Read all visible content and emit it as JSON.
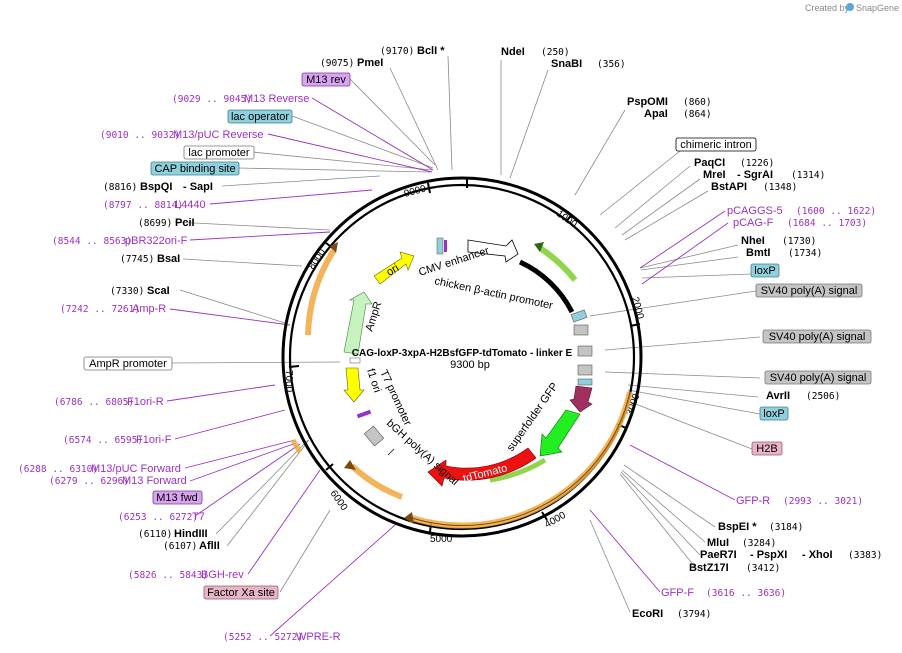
{
  "credit": {
    "prefix": "Created by",
    "brand": "SnapGene"
  },
  "plasmid": {
    "name": "CAG-loxP-3xpA-H2BsfGFP-tdTomato - linker E",
    "size": "9300 bp"
  },
  "ruler_ticks": [
    "1000",
    "2000",
    "3000",
    "4000",
    "5000",
    "6000",
    "7000",
    "8000",
    "9000"
  ],
  "sites": [
    {
      "name": "BclI *",
      "pos": "(9170)"
    },
    {
      "name": "PmeI",
      "pos": "(9075)"
    },
    {
      "name": "NdeI",
      "pos": "(250)"
    },
    {
      "name": "SnaBI",
      "pos": "(356)"
    },
    {
      "name": "PspOMI",
      "pos": "(860)"
    },
    {
      "name": "ApaI",
      "pos": "(864)"
    },
    {
      "name": "PaqCI",
      "pos": "(1226)"
    },
    {
      "name": "MreI",
      "pos": ""
    },
    {
      "name": "- SgrAI",
      "pos": "(1314)"
    },
    {
      "name": "BstAPI",
      "pos": "(1348)"
    },
    {
      "name": "NheI",
      "pos": "(1730)"
    },
    {
      "name": "BmtI",
      "pos": "(1734)"
    },
    {
      "name": "AvrII",
      "pos": "(2506)"
    },
    {
      "name": "BspEI *",
      "pos": "(3184)"
    },
    {
      "name": "MluI",
      "pos": "(3284)"
    },
    {
      "name": "PaeR7I",
      "pos": ""
    },
    {
      "name": "- PspXI",
      "pos": ""
    },
    {
      "name": "- XhoI",
      "pos": "(3383)"
    },
    {
      "name": "BstZ17I",
      "pos": "(3412)"
    },
    {
      "name": "EcoRI",
      "pos": "(3794)"
    },
    {
      "name": "HindIII",
      "pos": "(6110)"
    },
    {
      "name": "AflII",
      "pos": "(6107)"
    },
    {
      "name": "ScaI",
      "pos": "(7330)"
    },
    {
      "name": "BsaI",
      "pos": "(7745)"
    },
    {
      "name": "PciI",
      "pos": "(8699)"
    },
    {
      "name": "BspQI",
      "pos": "(8816)"
    },
    {
      "name": "- SapI",
      "pos": ""
    }
  ],
  "primers": [
    {
      "range": "(9029 .. 9045)",
      "name": "M13 Reverse"
    },
    {
      "range": "(9010 .. 9032)",
      "name": "M13/pUC Reverse"
    },
    {
      "range": "(8797 .. 8814)",
      "name": "L4440"
    },
    {
      "range": "(8544 .. 8563)",
      "name": "pBR322ori-F"
    },
    {
      "range": "(7242 .. 7261)",
      "name": "Amp-R"
    },
    {
      "range": "(6786 .. 6805)",
      "name": "F1ori-R"
    },
    {
      "range": "(6574 .. 6595)",
      "name": "F1ori-F"
    },
    {
      "range": "(6288 .. 6310)",
      "name": "M13/pUC Forward"
    },
    {
      "range": "(6279 .. 6296)",
      "name": "M13 Forward"
    },
    {
      "range": "(6253 .. 6272)",
      "name": "T7"
    },
    {
      "range": "(5826 .. 5843)",
      "name": "BGH-rev"
    },
    {
      "range": "(5252 .. 5272)",
      "name": "WPRE-R"
    },
    {
      "range": "(1600 .. 1622)",
      "name": "pCAGGS-5"
    },
    {
      "range": "(1684 .. 1703)",
      "name": "pCAG-F"
    },
    {
      "range": "(2993 .. 3021)",
      "name": "GFP-R"
    },
    {
      "range": "(3616 .. 3636)",
      "name": "GFP-F"
    }
  ],
  "boxes": {
    "m13_rev": "M13 rev",
    "lac_operator": "lac operator",
    "lac_promoter": "lac promoter",
    "cap_site": "CAP binding site",
    "ampr_promoter": "AmpR promoter",
    "m13_fwd": "M13 fwd",
    "factor_xa": "Factor Xa site",
    "chimeric_intron": "chimeric intron",
    "loxp_1": "loxP",
    "sv40_1": "SV40 poly(A) signal",
    "sv40_2": "SV40 poly(A) signal",
    "sv40_3": "SV40 poly(A) signal",
    "loxp_2": "loxP",
    "h2b": "H2B"
  },
  "features": {
    "cmv": "CMV enhancer",
    "cba": "chicken β-actin promoter",
    "sfgfp": "superfolder GFP",
    "tdtomato": "tdTomato",
    "bgh": "bGH poly(A) signal",
    "t7": "T7 promoter",
    "f1": "f1 ori",
    "ampr": "AmpR",
    "ori": "ori"
  },
  "colors": {
    "backbone": "#000000",
    "primer": "#9b30c7",
    "cyan_box": "#8fd0dc",
    "gray_box": "#c4c4c4",
    "pink_box": "#e8b5c4",
    "purple_box": "#d8a4f0",
    "orange_orf": "#f0a83c",
    "green_orf": "#7ecc2e",
    "ori_yellow": "#ffff00",
    "ampr_green": "#c8f2c0",
    "tdtomato_red": "#ee1111",
    "sfgfp_green": "#22ee22",
    "h2b_maroon": "#a03060",
    "credit": "#8a8a8a"
  }
}
